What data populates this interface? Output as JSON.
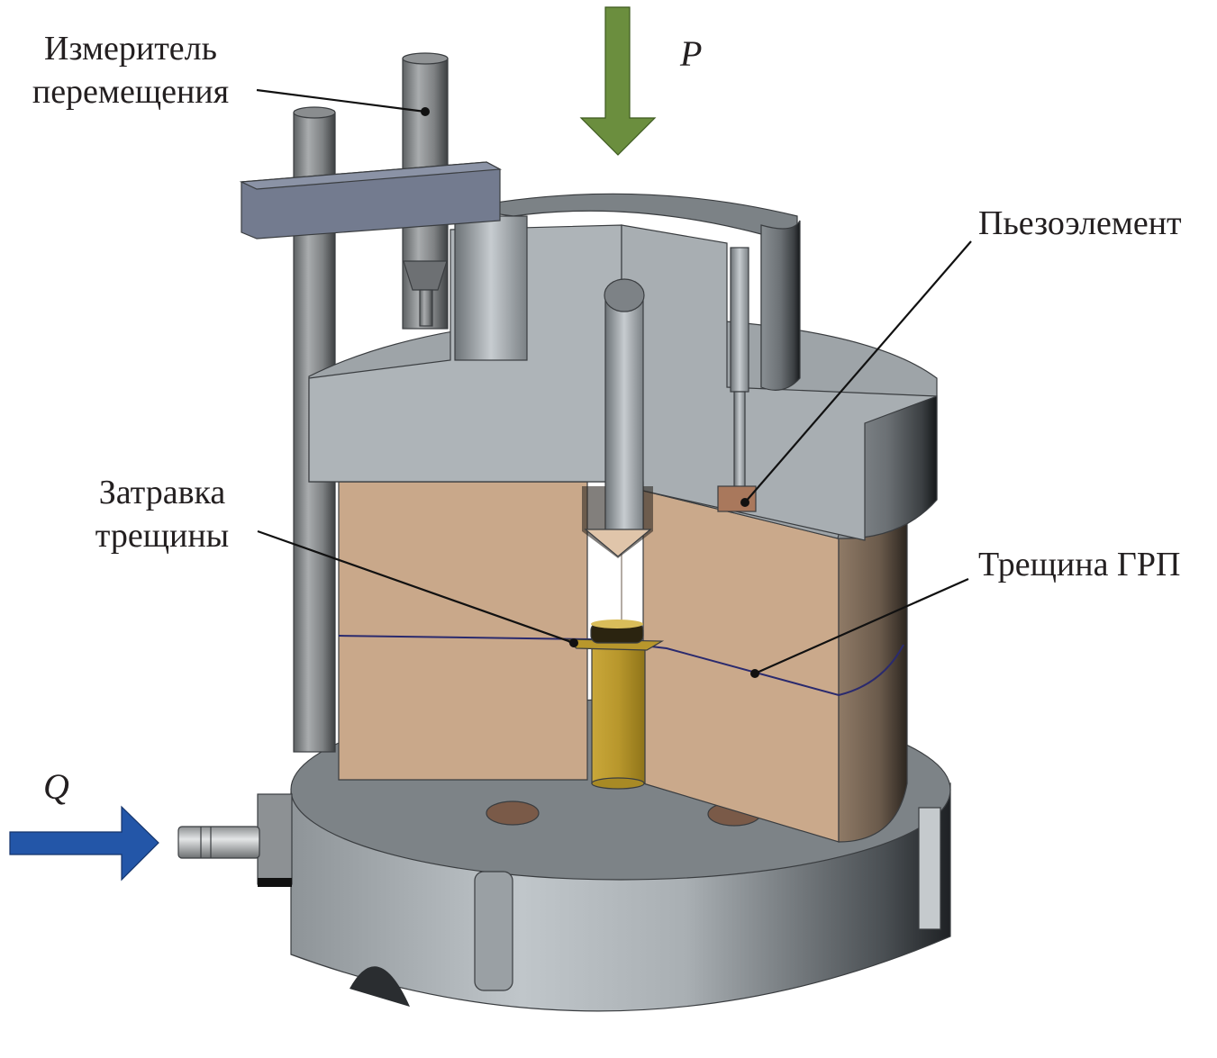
{
  "title": "Схема ячейки для испытаний гидроразрыва",
  "labels": {
    "displacement_gauge": [
      "Измеритель",
      "перемещения"
    ],
    "piezo_element": "Пьезоэлемент",
    "crack_seed": [
      "Затравка",
      "трещины"
    ],
    "frac_crack": "Трещина ГРП"
  },
  "symbols": {
    "load": "P",
    "flow": "Q"
  },
  "colors": {
    "load_arrow": "#6b8e3e",
    "flow_arrow": "#2356a8",
    "steel_light": "#b3b9bd",
    "steel_dark": "#6f7478",
    "rock": "#c9a88a",
    "seed_gold": "#b8972c",
    "crack_line": "#2a2a6e",
    "clamp_bar": "#737b8f"
  }
}
